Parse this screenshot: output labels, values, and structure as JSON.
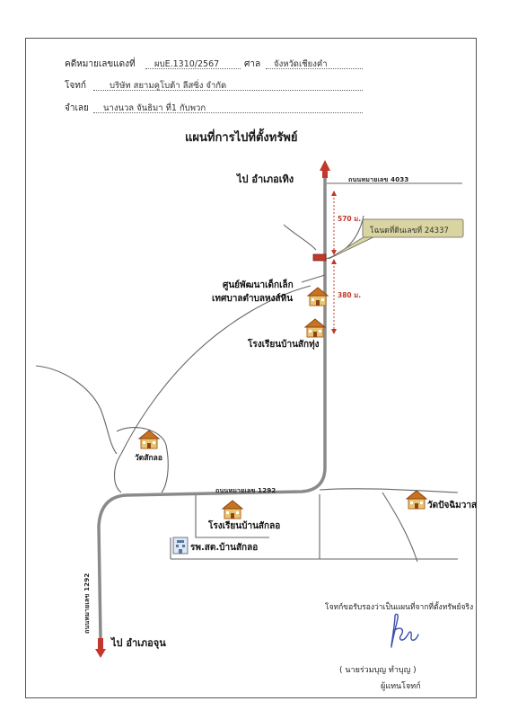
{
  "header": {
    "case_label": "คดีหมายเลขแดงที่",
    "case_no": "ผบE.1310/2567",
    "court_label": "ศาล",
    "court": "จังหวัดเชียงคำ",
    "plaintiff_label": "โจทก์",
    "plaintiff": "บริษัท สยามคูโบต้า ลีสซิ่ง จำกัด",
    "defendant_label": "จำเลย",
    "defendant": "นางนวล จันธิมา ที่1 กับพวก"
  },
  "map": {
    "title": "แผนที่การไปที่ตั้งทรัพย์",
    "to_north": "ไป อำเภอเทิง",
    "to_south": "ไป อำเภอจุน",
    "road_4033": "ถนนหมายเลข 4033",
    "road_1292_h": "ถนนหมายเลข 1292",
    "road_1292_v": "ถนนหมายเลข 1292",
    "dist_1": "570 ม.",
    "dist_2": "380 ม.",
    "callout": "โฉนดที่ดินเลขที่ 24337",
    "landmarks": {
      "child_center_1": "ศูนย์พัฒนาเด็กเล็ก",
      "child_center_2": "เทศบาลตำบลหงส์หิน",
      "school_saktung": "โรงเรียนบ้านสักทุ่ง",
      "wat_sakloe": "วัดสักลอ",
      "wat_panchimawat": "วัดปัจฉิมวาส",
      "school_sakloe": "โรงเรียนบ้านสักลอ",
      "hospital": "รพ.สต.บ้านสักลอ"
    },
    "colors": {
      "road": "#8a8a8a",
      "arrow": "#c0392b",
      "callout": "#d9d4a0",
      "dist": "#c0392b"
    }
  },
  "certification": "โจทก์ขอรับรองว่าเป็นแผนที่จากที่ตั้งทรัพย์จริง",
  "signature": {
    "name": "(     นายร่วมบุญ  ทำบุญ     )",
    "role": "ผู้แทนโจทก์"
  }
}
